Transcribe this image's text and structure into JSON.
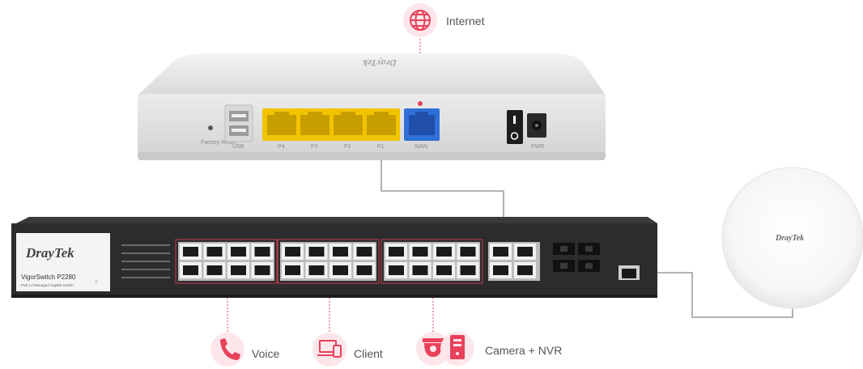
{
  "labels": {
    "internet": "Internet",
    "voice": "Voice",
    "client": "Client",
    "camera_nvr": "Camera + NVR"
  },
  "router": {
    "brand": "DrayTek",
    "port_labels": [
      "Factory Reset",
      "USB",
      "P4",
      "P3",
      "P2",
      "P1",
      "WAN",
      "PWR"
    ]
  },
  "switch": {
    "brand": "DrayTek",
    "model": "VigorSwitch P2280",
    "subtitle": "PoE L2 Managed Gigabit Switch"
  },
  "access_point": {
    "brand": "DrayTek"
  },
  "colors": {
    "accent": "#e8415a",
    "icon_bg": "#fde6e9",
    "lan_port": "#f2c400",
    "wan_port": "#2f6fd8",
    "switch_body": "#2c2c2c",
    "cable": "#9a9a9a"
  }
}
